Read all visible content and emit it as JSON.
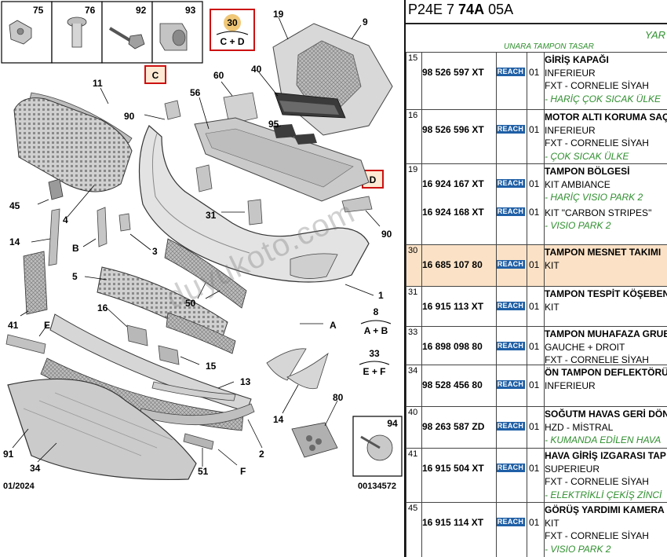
{
  "diagram": {
    "date_code": "01/2024",
    "drawing_code": "00134572",
    "fastener_boxes": [
      "75",
      "76",
      "92",
      "93"
    ],
    "kit_callouts": [
      {
        "number": "30",
        "letters": "C + D"
      },
      {
        "number": "8",
        "letters": "A + B"
      },
      {
        "number": "33",
        "letters": "E + F"
      }
    ],
    "part_callouts": [
      "19",
      "9",
      "11",
      "40",
      "60",
      "56",
      "95",
      "90",
      "D",
      "C",
      "45",
      "4",
      "31",
      "14",
      "B",
      "3",
      "5",
      "16",
      "50",
      "41",
      "E",
      "15",
      "13",
      "1",
      "A",
      "14",
      "80",
      "91",
      "34",
      "51",
      "F",
      "2",
      "94",
      "90"
    ]
  },
  "watermark": "duyukoto.com",
  "panel": {
    "title_prefix": "P24E 7 ",
    "title_bold": "74A",
    "title_suffix": " 05A",
    "header_fragment": "YAR",
    "cut_text": "UNARA TAMPON TASAR",
    "reach_label": "REACH",
    "rows": [
      {
        "ref": "15",
        "parts": [
          {
            "pn": "98 526 597 XT",
            "qty": "01",
            "lines": [
              "GİRİŞ KAPAĞI",
              "INFERIEUR",
              "FXT - CORNELIE SİYAH",
              "- HARİÇ ÇOK SICAK ÜLKE"
            ]
          }
        ]
      },
      {
        "ref": "16",
        "parts": [
          {
            "pn": "98 526 596 XT",
            "qty": "01",
            "lines": [
              "MOTOR ALTI KORUMA SAÇ",
              "INFERIEUR",
              "FXT - CORNELIE SİYAH",
              "- ÇOK SICAK ÜLKE"
            ]
          }
        ]
      },
      {
        "ref": "19",
        "parts": [
          {
            "pn": "16 924 167 XT",
            "qty": "01",
            "lines": [
              "TAMPON BÖLGESİ",
              "KIT AMBIANCE",
              "- HARİÇ VISIO PARK 2"
            ]
          },
          {
            "pn": "16 924 168 XT",
            "qty": "01",
            "lines": [
              "",
              "KIT \"CARBON STRIPES\"",
              "- VISIO PARK 2"
            ]
          }
        ]
      },
      {
        "ref": "30",
        "highlight": true,
        "parts": [
          {
            "pn": "16 685 107 80",
            "qty": "01",
            "lines": [
              "TAMPON MESNET TAKIMI",
              "KIT"
            ]
          }
        ]
      },
      {
        "ref": "31",
        "parts": [
          {
            "pn": "16 915 113 XT",
            "qty": "01",
            "lines": [
              "TAMPON TESPİT KÖŞEBEN",
              "KIT"
            ]
          }
        ]
      },
      {
        "ref": "33",
        "parts": [
          {
            "pn": "16 898 098 80",
            "qty": "01",
            "lines": [
              "TAMPON MUHAFAZA GRUB",
              "GAUCHE + DROIT",
              "FXT - CORNELIE SİYAH"
            ]
          }
        ]
      },
      {
        "ref": "34",
        "parts": [
          {
            "pn": "98 528 456 80",
            "qty": "01",
            "lines": [
              "ÖN TAMPON DEFLEKTÖRÜ",
              "INFERIEUR"
            ]
          }
        ]
      },
      {
        "ref": "40",
        "parts": [
          {
            "pn": "98 263 587 ZD",
            "qty": "01",
            "lines": [
              "SOĞUTM HAVAS GERİ DÖN",
              "HZD - MİSTRAL",
              "- KUMANDA EDİLEN HAVA"
            ]
          }
        ]
      },
      {
        "ref": "41",
        "parts": [
          {
            "pn": "16 915 504 XT",
            "qty": "01",
            "lines": [
              "HAVA GİRİŞ IZGARASI TAP",
              "SUPERIEUR",
              "FXT - CORNELIE SİYAH",
              "- ELEKTRİKLİ ÇEKİŞ ZİNCİ"
            ]
          }
        ]
      },
      {
        "ref": "45",
        "parts": [
          {
            "pn": "16 915 114 XT",
            "qty": "01",
            "lines": [
              "GÖRÜŞ YARDIMI KAMERA",
              "KIT",
              "FXT - CORNELIE SİYAH",
              "- VISIO PARK 2"
            ]
          }
        ]
      }
    ]
  }
}
